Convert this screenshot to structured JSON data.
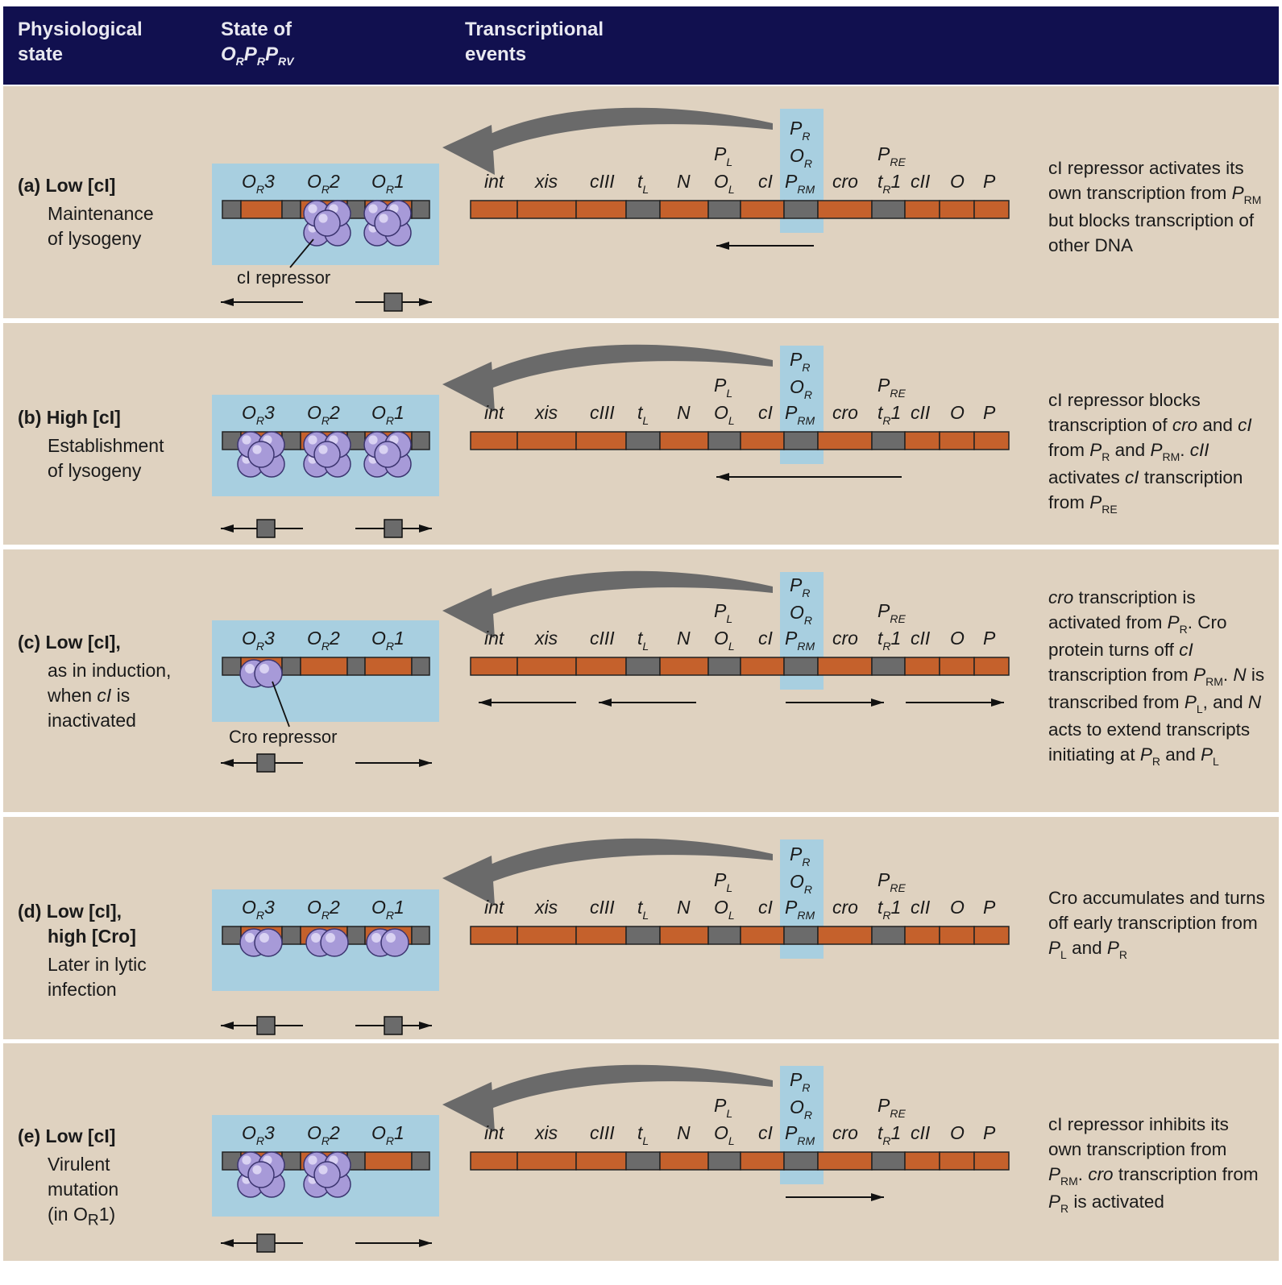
{
  "header": {
    "col1": [
      "Physiological",
      "state"
    ],
    "col2_line1": "State of",
    "col2_line2": {
      "O": "O",
      "R1": "R",
      "P1": "P",
      "R2": "R",
      "P2": "P",
      "RV": "RV"
    },
    "col3": [
      "Transcriptional",
      "events"
    ]
  },
  "operator_labels": [
    "O",
    "3",
    "O",
    "2",
    "O",
    "1"
  ],
  "gene_labels": {
    "int": "int",
    "xis": "xis",
    "cIII": "cIII",
    "tL": "t",
    "tL_sub": "L",
    "N": "N",
    "PL": "P",
    "PL_sub": "L",
    "OL": "O",
    "OL_sub": "L",
    "cI": "cI",
    "PR": "P",
    "PR_sub": "R",
    "OR": "O",
    "OR_sub": "R",
    "PRM": "P",
    "PRM_sub": "RM",
    "cro": "cro",
    "PRE": "P",
    "PRE_sub": "RE",
    "tR1": "t",
    "tR1_sub": "R",
    "tR1_num": "1",
    "cII": "cII",
    "O": "O",
    "P": "P"
  },
  "panels": [
    {
      "id": "a",
      "letter": "(a)",
      "state_bold": "Low [cI]",
      "state_lines": [
        "Maintenance",
        "of lysogeny"
      ],
      "protein_label": "cI repressor",
      "desc": "cI repressor activates its own transcription from P<sub>RM</sub> but blocks transcription of other DNA"
    },
    {
      "id": "b",
      "letter": "(b)",
      "state_bold": "High [cI]",
      "state_lines": [
        "Establishment",
        "of lysogeny"
      ],
      "protein_label": "",
      "desc": "cI repressor blocks transcription of <i>cro</i> and <i>cI</i> from P<sub>R</sub> and P<sub>RM</sub>. <i>cII</i> activates <i>cI</i> transcription from P<sub>RE</sub>"
    },
    {
      "id": "c",
      "letter": "(c)",
      "state_bold": "Low [cI],",
      "state_lines": [
        "as in induction,",
        "when cI is",
        "inactivated"
      ],
      "protein_label": "Cro repressor",
      "desc": "<i>cro</i> transcription is activated from P<sub>R</sub>. Cro protein turns off <i>cI</i> transcription from P<sub>RM</sub>. <i>N</i> is transcribed from P<sub>L</sub>, and <i>N</i> acts to extend transcripts initiating at P<sub>R</sub> and P<sub>L</sub>"
    },
    {
      "id": "d",
      "letter": "(d)",
      "state_bold": "Low [cI],",
      "state_bold2": "high [Cro]",
      "state_lines": [
        "Later in lytic",
        "infection"
      ],
      "protein_label": "",
      "desc": "Cro accumulates and turns off early transcription from P<sub>L</sub> and P<sub>R</sub>"
    },
    {
      "id": "e",
      "letter": "(e)",
      "state_bold": "Low [cI]",
      "state_lines": [
        "Virulent",
        "mutation",
        "(in O<sub>R</sub>1)"
      ],
      "protein_label": "",
      "desc": "cI repressor inhibits its own transcription from P<sub>RM</sub>. <i>cro</i> transcription from P<sub>R</sub> is activated"
    }
  ],
  "colors": {
    "header_bg": "#11104f",
    "panel_bg": "#dfd2c0",
    "highlight": "#a8cfe0",
    "dna_orange": "#c5612c",
    "dna_gray": "#6b6b6b",
    "protein": "#a79ad8",
    "arrow_gray": "#6a6a6a"
  }
}
